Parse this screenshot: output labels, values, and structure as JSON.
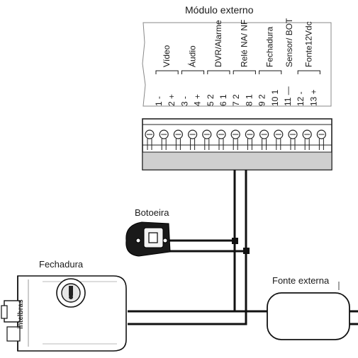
{
  "labels": {
    "module": "Módulo externo",
    "botoeira": "Botoeira",
    "fechadura": "Fechadura",
    "fonte": "Fonte externa"
  },
  "brand": "intelbras",
  "terminals": [
    {
      "n": "1",
      "p": "-"
    },
    {
      "n": "2",
      "p": "+"
    },
    {
      "n": "3",
      "p": "-"
    },
    {
      "n": "4",
      "p": "+"
    },
    {
      "n": "5",
      "p": "2"
    },
    {
      "n": "6",
      "p": "1"
    },
    {
      "n": "7",
      "p": "2"
    },
    {
      "n": "8",
      "p": "1"
    },
    {
      "n": "9",
      "p": "2"
    },
    {
      "n": "10",
      "p": "1"
    },
    {
      "n": "11",
      "p": "—"
    },
    {
      "n": "12",
      "p": "-"
    },
    {
      "n": "13",
      "p": "+"
    }
  ],
  "groups": [
    {
      "label": "Vídeo"
    },
    {
      "label": "Áudio"
    },
    {
      "label": "DVR/Alarme"
    },
    {
      "label": "Relé NA/ NF"
    },
    {
      "label": "Fechadura"
    },
    {
      "label": "Sensor/ BOT"
    },
    {
      "label": "Fonte12Vdc"
    }
  ]
}
